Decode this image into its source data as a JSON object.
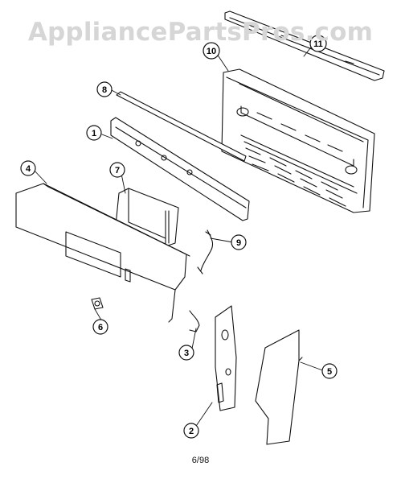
{
  "watermark": "AppliancePartsPros.com",
  "footer": {
    "date_code": "6/98"
  },
  "callouts": [
    {
      "id": "callout-1",
      "label": "1"
    },
    {
      "id": "callout-2",
      "label": "2"
    },
    {
      "id": "callout-3",
      "label": "3"
    },
    {
      "id": "callout-4",
      "label": "4"
    },
    {
      "id": "callout-5",
      "label": "5"
    },
    {
      "id": "callout-6",
      "label": "6"
    },
    {
      "id": "callout-7",
      "label": "7"
    },
    {
      "id": "callout-8",
      "label": "8"
    },
    {
      "id": "callout-9",
      "label": "9"
    },
    {
      "id": "callout-10",
      "label": "10"
    },
    {
      "id": "callout-11",
      "label": "11"
    }
  ]
}
